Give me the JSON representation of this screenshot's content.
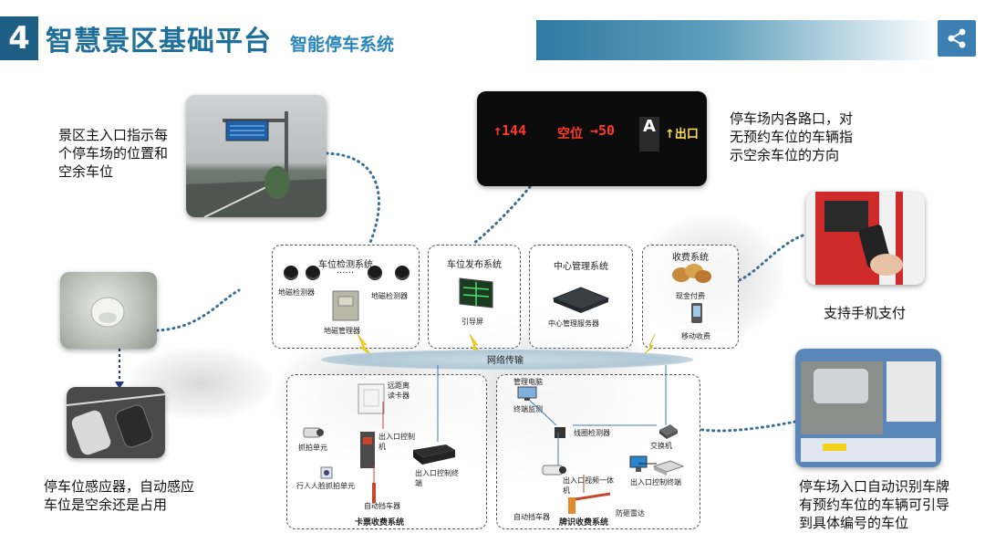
{
  "header": {
    "number": "4",
    "title": "智慧景区基础平台",
    "subtitle": "智能停车系统"
  },
  "captions": {
    "entrance": "景区主入口指示每个停车场的位置和空余车位",
    "intersection": "停车场内各路口，对无预约车位的车辆指示空余车位的方向",
    "mobile_pay": "支持手机支付",
    "sensor": "停车位感应器，自动感应车位是空余还是占用",
    "plate": "停车场入口自动识别车牌有预约车位的车辆可引导到具体编号的车位"
  },
  "led_sign": {
    "a": "↑144",
    "b": "空位",
    "c": "→50",
    "d": "A",
    "e": "↑出口"
  },
  "panels": {
    "detection": {
      "title": "车位检测系统",
      "dots": "......",
      "left_label": "地磁检测器",
      "right_label": "地磁检测器",
      "bottom_label": "地磁管理器"
    },
    "publish": {
      "title": "车位发布系统",
      "screen_label": "引导屏"
    },
    "center": {
      "title": "中心管理系统",
      "device_label": "中心管理服务器"
    },
    "charge": {
      "title": "收费系统",
      "coins_label": "现金付费",
      "phone_label": "移动收费"
    },
    "network": "网络传输",
    "card": {
      "reader": "远距离读卡器",
      "capture": "抓拍单元",
      "face": "行人人脸抓拍单元",
      "controller": "出入口控制机",
      "terminal": "出入口控制终端",
      "barrier": "自动挡车器",
      "title": "卡票收费系统"
    },
    "lpr": {
      "top": "管理电脑",
      "monitor": "终端监测",
      "detector": "线圈检测器",
      "switch": "交换机",
      "camera": "出入口视频一体机",
      "terminal": "出入口控制终端",
      "barrier": "自动挡车器",
      "fence": "防砸雷达",
      "title": "牌识收费系统"
    }
  },
  "colors": {
    "accent": "#1f5f86",
    "title": "#1f6f9b",
    "dotted": "#3a6f97",
    "lightning": "#f2d21a"
  }
}
